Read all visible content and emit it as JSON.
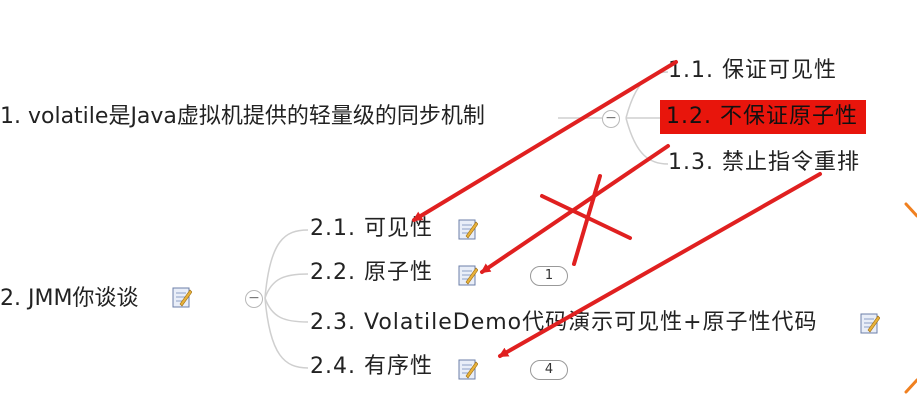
{
  "topic1": {
    "label": "1. volatile是Java虚拟机提供的轻量级的同步机制",
    "children": [
      "1.1. 保证可见性",
      "1.2. 不保证原子性",
      "1.3. 禁止指令重排"
    ]
  },
  "topic2": {
    "label": "2. JMM你谈谈",
    "children": [
      {
        "label": "2.1. 可见性",
        "badge": ""
      },
      {
        "label": "2.2. 原子性",
        "badge": "1"
      },
      {
        "label": "2.3. VolatileDemo代码演示可见性+原子性代码",
        "badge": ""
      },
      {
        "label": "2.4. 有序性",
        "badge": "4"
      }
    ]
  },
  "collapse_symbol": "−",
  "highlight_color": "#e8150c",
  "annotation_color": "#e02020",
  "icons": [
    "note-icon",
    "cross-mark",
    "arrow"
  ]
}
